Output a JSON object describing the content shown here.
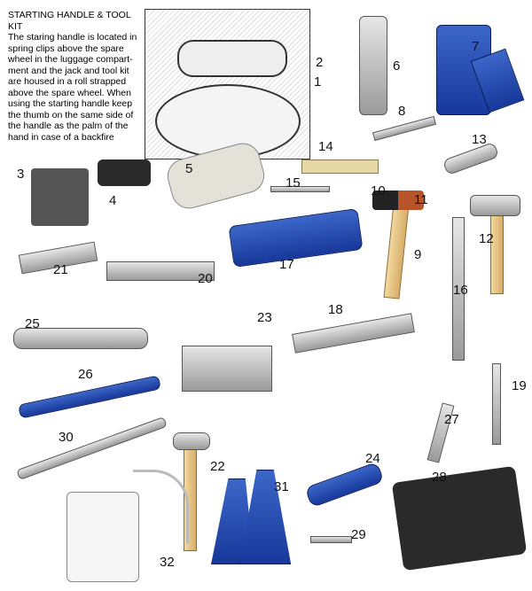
{
  "intro": {
    "title": "STARTING HANDLE & TOOL KIT",
    "body": "The staring handle is located in spring clips above the spare wheel in the luggage compart-ment and the jack and tool kit are housed in a roll strapped above the spare wheel.",
    "note": "When using the starting handle keep the thumb on the same side of the handle as the palm of the hand in case of a backfire"
  },
  "labels": [
    "1",
    "2",
    "3",
    "4",
    "5",
    "6",
    "7",
    "8",
    "9",
    "10",
    "11",
    "12",
    "13",
    "14",
    "15",
    "16",
    "17",
    "18",
    "19",
    "20",
    "21",
    "22",
    "23",
    "24",
    "25",
    "26",
    "27",
    "28",
    "29",
    "30",
    "31",
    "32"
  ],
  "colors": {
    "jack_blue": "#1f47b0",
    "handle_wood": "#e8c98a",
    "case_dark": "#2a2a2a"
  }
}
